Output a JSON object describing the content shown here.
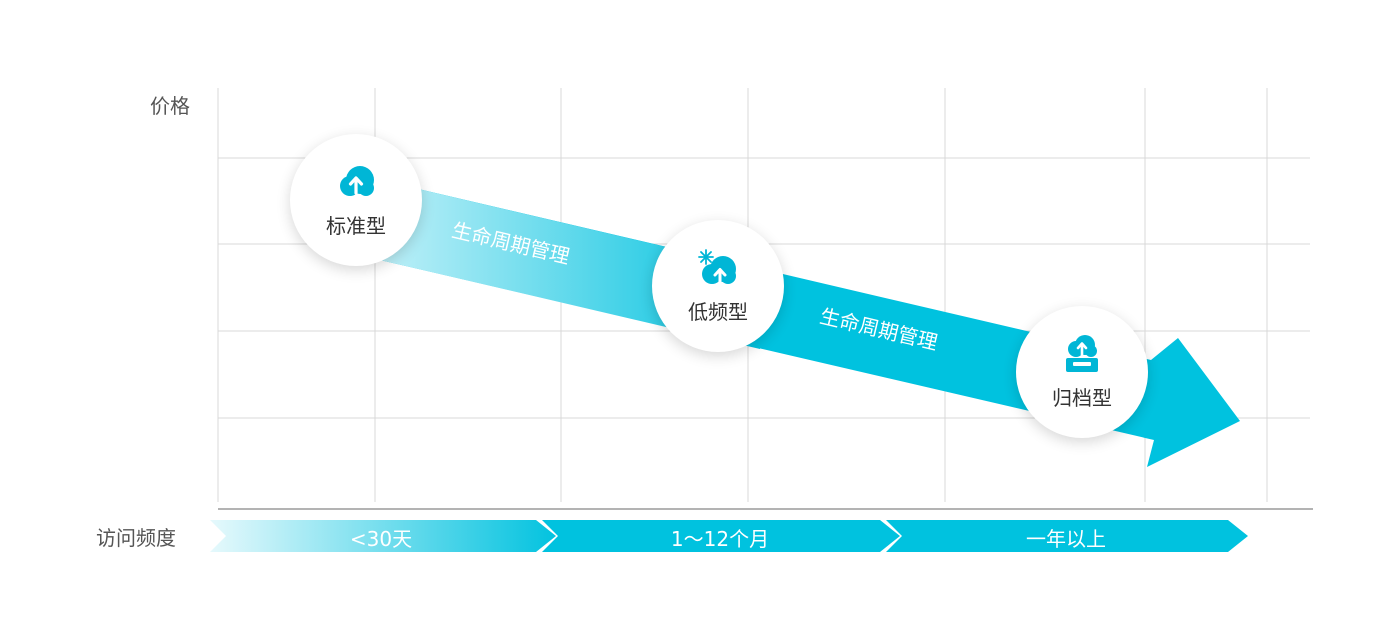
{
  "axes": {
    "y_title": "价格",
    "x_title": "访问频度"
  },
  "flow_labels": [
    "生命周期管理",
    "生命周期管理"
  ],
  "tiers": [
    {
      "label": "标准型",
      "icon": "cloud-upload-icon"
    },
    {
      "label": "低频型",
      "icon": "cloud-snowflake-icon"
    },
    {
      "label": "归档型",
      "icon": "cloud-archive-icon"
    }
  ],
  "frequency_segments": [
    "<30天",
    "1～12个月",
    "一年以上"
  ],
  "colors": {
    "accent": "#00c2df",
    "accent_light": "#c9f2f9",
    "grid": "#d9d9d9",
    "axis": "#b3b3b3",
    "text": "#333333"
  }
}
